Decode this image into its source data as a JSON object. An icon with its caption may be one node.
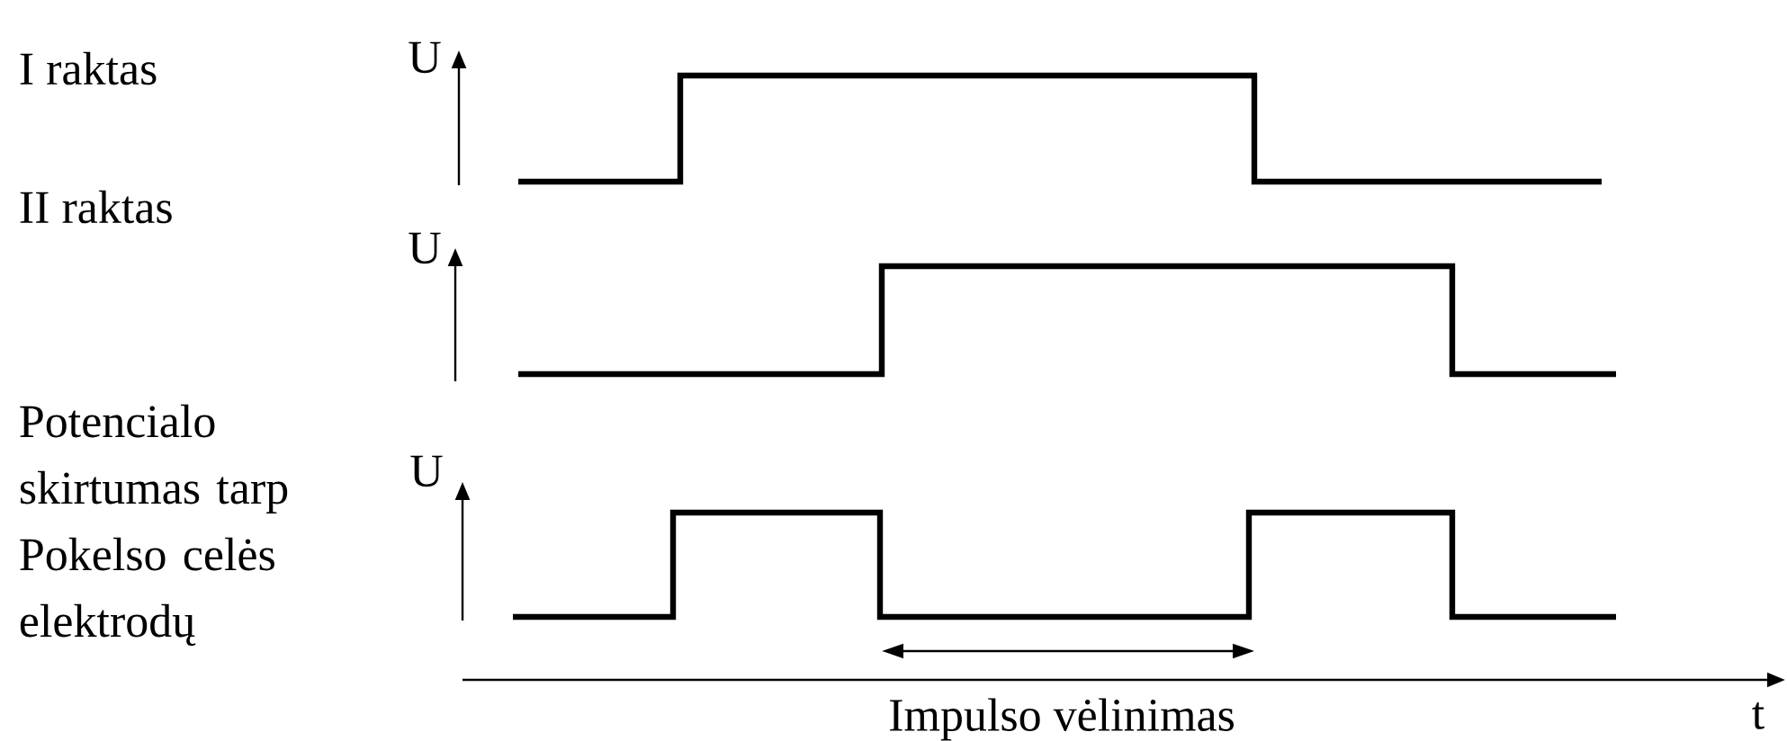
{
  "diagram": {
    "labels": [
      "I raktas",
      "U",
      "II raktas",
      "U",
      "Potencialo skirtumas tarp Pokelso celės elektrodų",
      "U",
      "Impulso vėlinimas",
      "t"
    ]
  }
}
